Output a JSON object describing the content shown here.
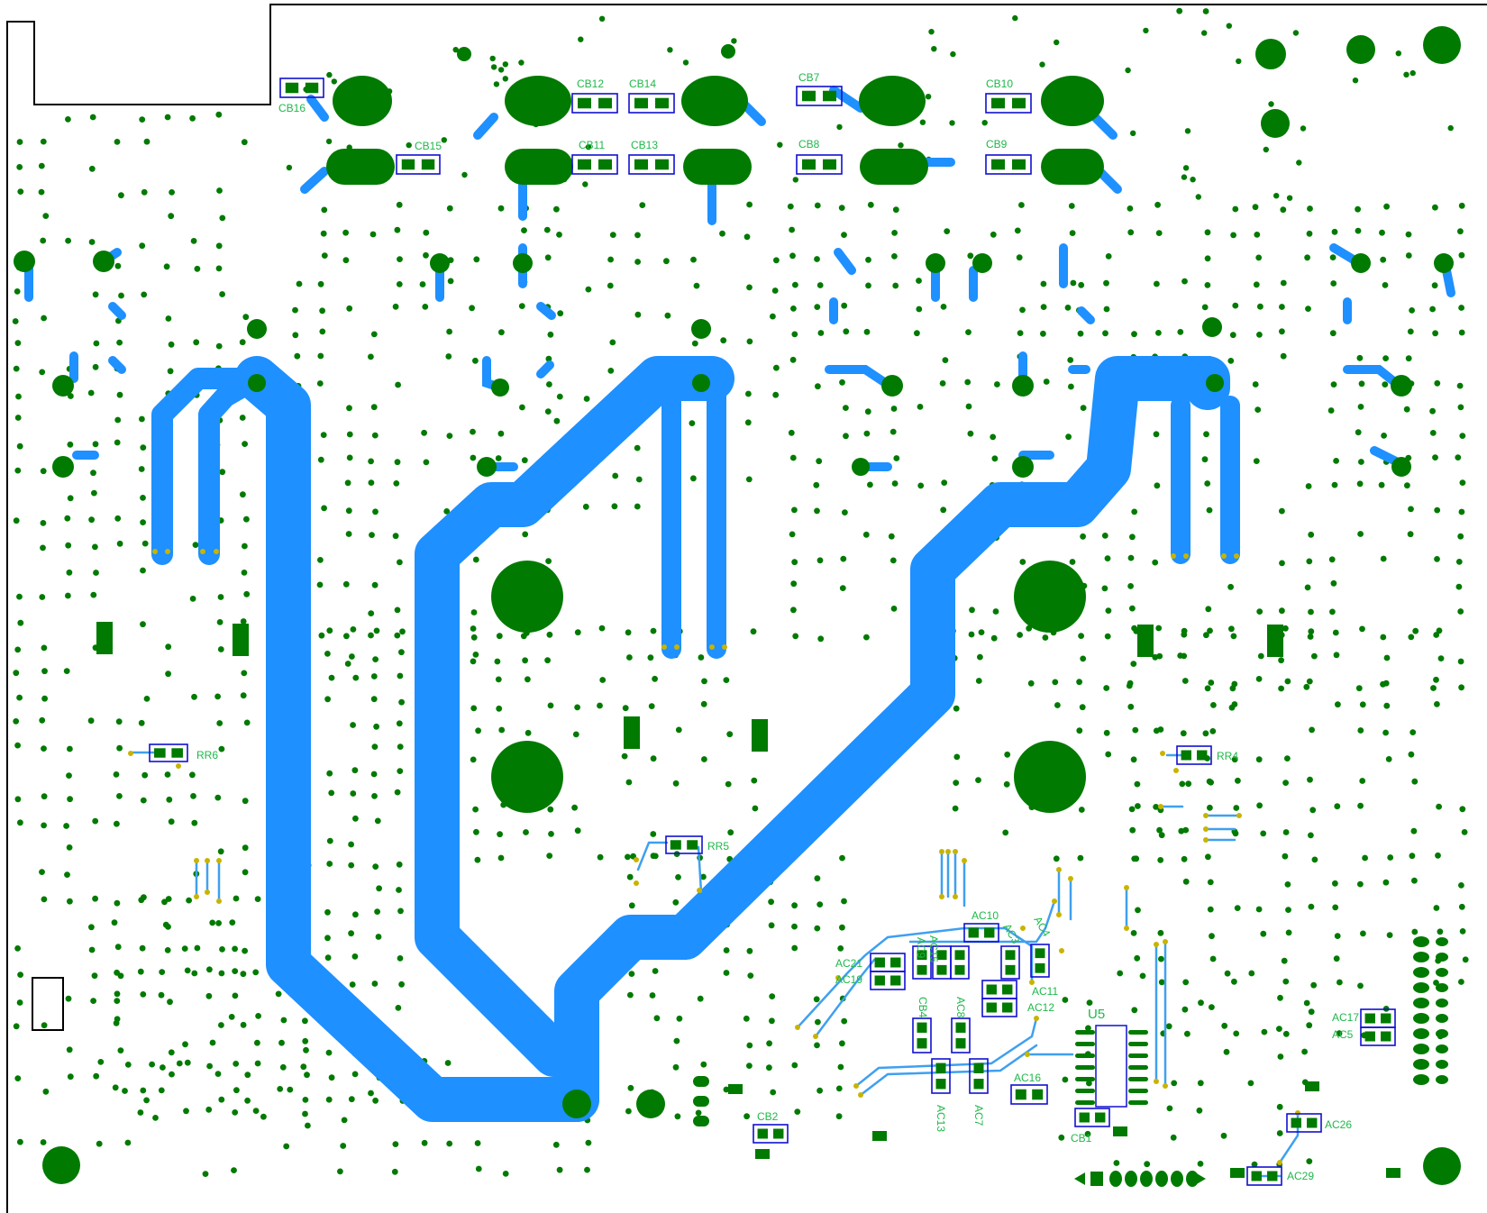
{
  "colors": {
    "background": "#ffffff",
    "outline": "#000000",
    "copper_pad": "#007a00",
    "trace": "#1e90ff",
    "thin_trace": "#3fa0f0",
    "via_hole": "#c8b400",
    "silkscreen_box": "#1010d0",
    "label": "#1fb84a"
  },
  "labels": {
    "CB16": "CB16",
    "CB15": "CB15",
    "CB12": "CB12",
    "CB14": "CB14",
    "CB11": "CB11",
    "CB13": "CB13",
    "CB7": "CB7",
    "CB8": "CB8",
    "CB10": "CB10",
    "CB9": "CB9",
    "RR6": "RR6",
    "RR5": "RR5",
    "RR4": "RR4",
    "AC10": "AC10",
    "AC21": "AC21",
    "AC19": "AC19",
    "AC9": "AC9",
    "AC15": "AC15",
    "AC3": "AC3",
    "AC4": "AC4",
    "AC11": "AC11",
    "AC12": "AC12",
    "CB4": "CB4",
    "AC8": "AC8",
    "AC13": "AC13",
    "AC7": "AC7",
    "AC16": "AC16",
    "U5": "U5",
    "CB1": "CB1",
    "CB2": "CB2",
    "AC17": "AC17",
    "AC5": "AC5",
    "AC26": "AC26",
    "AC29": "AC29"
  }
}
